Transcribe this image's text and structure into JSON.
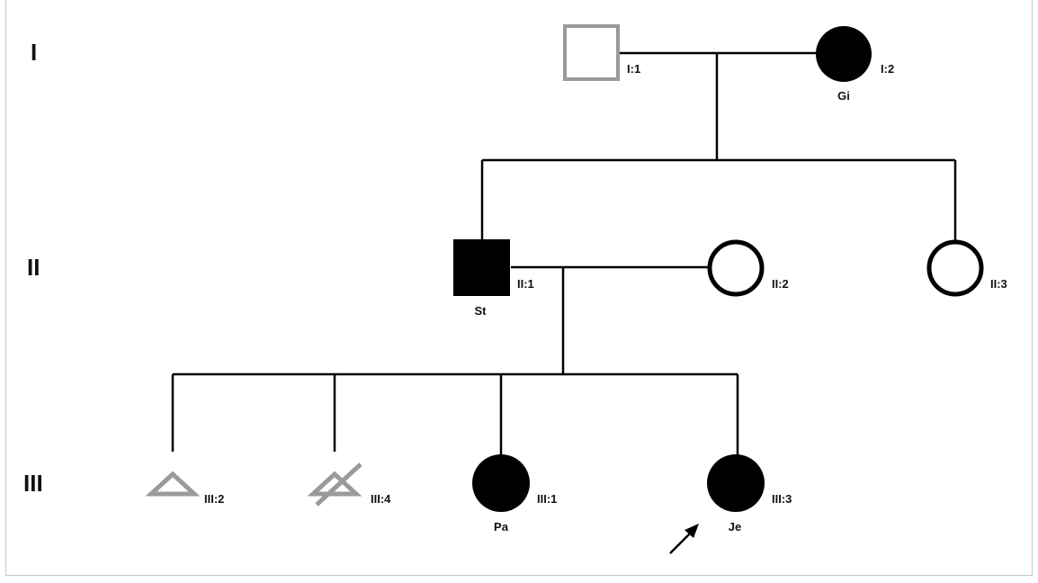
{
  "generations": {
    "g1": "I",
    "g2": "II",
    "g3": "III"
  },
  "individuals": {
    "i1": {
      "id": "I:1",
      "name": "",
      "sex": "male",
      "affected": false,
      "status": "grey-outline"
    },
    "i2": {
      "id": "I:2",
      "name": "Gi",
      "sex": "female",
      "affected": true
    },
    "ii1": {
      "id": "II:1",
      "name": "St",
      "sex": "male",
      "affected": true
    },
    "ii2": {
      "id": "II:2",
      "name": "",
      "sex": "female",
      "affected": false
    },
    "ii3": {
      "id": "II:3",
      "name": "",
      "sex": "female",
      "affected": false
    },
    "iii1": {
      "id": "III:1",
      "name": "Pa",
      "sex": "female",
      "affected": true
    },
    "iii2": {
      "id": "III:2",
      "name": "",
      "sex": "pregnancy-loss",
      "affected": false,
      "status": "grey-outline"
    },
    "iii3": {
      "id": "III:3",
      "name": "Je",
      "sex": "female",
      "affected": true,
      "proband": true
    },
    "iii4": {
      "id": "III:4",
      "name": "",
      "sex": "pregnancy-loss",
      "affected": false,
      "deceased": true,
      "status": "grey-outline"
    }
  },
  "colors": {
    "affected": "#000000",
    "unaffected_outline": "#000000",
    "grey_outline": "#9a9a9a"
  }
}
